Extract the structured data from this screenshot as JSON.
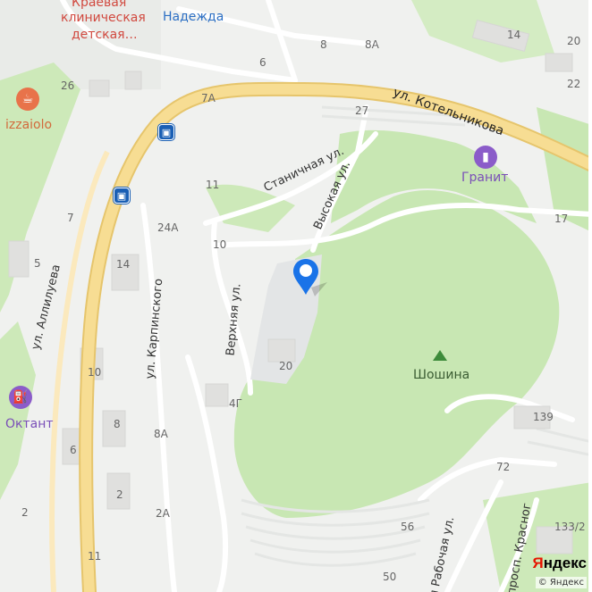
{
  "map": {
    "streets": {
      "kotelnikova": "ул. Котельникова",
      "allilueva": "ул. Аллилуева",
      "stanichnaya": "Станичная ул.",
      "vysokaya": "Высокая ул.",
      "verkhnyaya": "Верхняя ул.",
      "karpinskogo": "ул. Карпинского",
      "rabochaya": "я Рабочая ул.",
      "krasnogo": "просп. Красног"
    },
    "pois": {
      "hospital_line1": "Краевая",
      "hospital_line2": "клиническая",
      "hospital_line3": "детская…",
      "nadezhda": "Надежда",
      "pizzaiolo": "izzaiolo",
      "granit": "Гранит",
      "oktant": "Октант",
      "shoshina": "Шошина"
    },
    "house_numbers": {
      "n8": "8",
      "n8a": "8А",
      "n14top": "14",
      "n20top": "20",
      "n6": "6",
      "n26": "26",
      "n22": "22",
      "n7a": "7А",
      "n27": "27",
      "n11a": "11",
      "n24a": "24А",
      "n7": "7",
      "n17": "17",
      "n10a": "10",
      "n5": "5",
      "n14mid": "14",
      "n10b": "10",
      "n20mid": "20",
      "n4g": "4Г",
      "n8b": "8",
      "n139": "139",
      "n6b": "6",
      "n8ab": "8А",
      "n72": "72",
      "n2a": "2",
      "n2b": "2",
      "n2ab": "2А",
      "n56": "56",
      "n1332": "133/2",
      "n11b": "11",
      "n50": "50"
    },
    "icons": {
      "cafe": "cafe-icon",
      "hotel": "bed-icon",
      "fuel": "fuel-icon",
      "mountain": "mountain-icon",
      "bus": "bus-stop-icon",
      "pin": "location-pin-icon"
    },
    "colors": {
      "road_major": "#f5d78a",
      "green": "#c9e8b4",
      "pin": "#1a73e8",
      "poi_red": "#e8734a",
      "poi_purple": "#8b5cc9",
      "brand_red": "#e61400"
    },
    "brand": {
      "first": "Я",
      "rest": "ндекс"
    },
    "copyright": "© Яндекс"
  }
}
